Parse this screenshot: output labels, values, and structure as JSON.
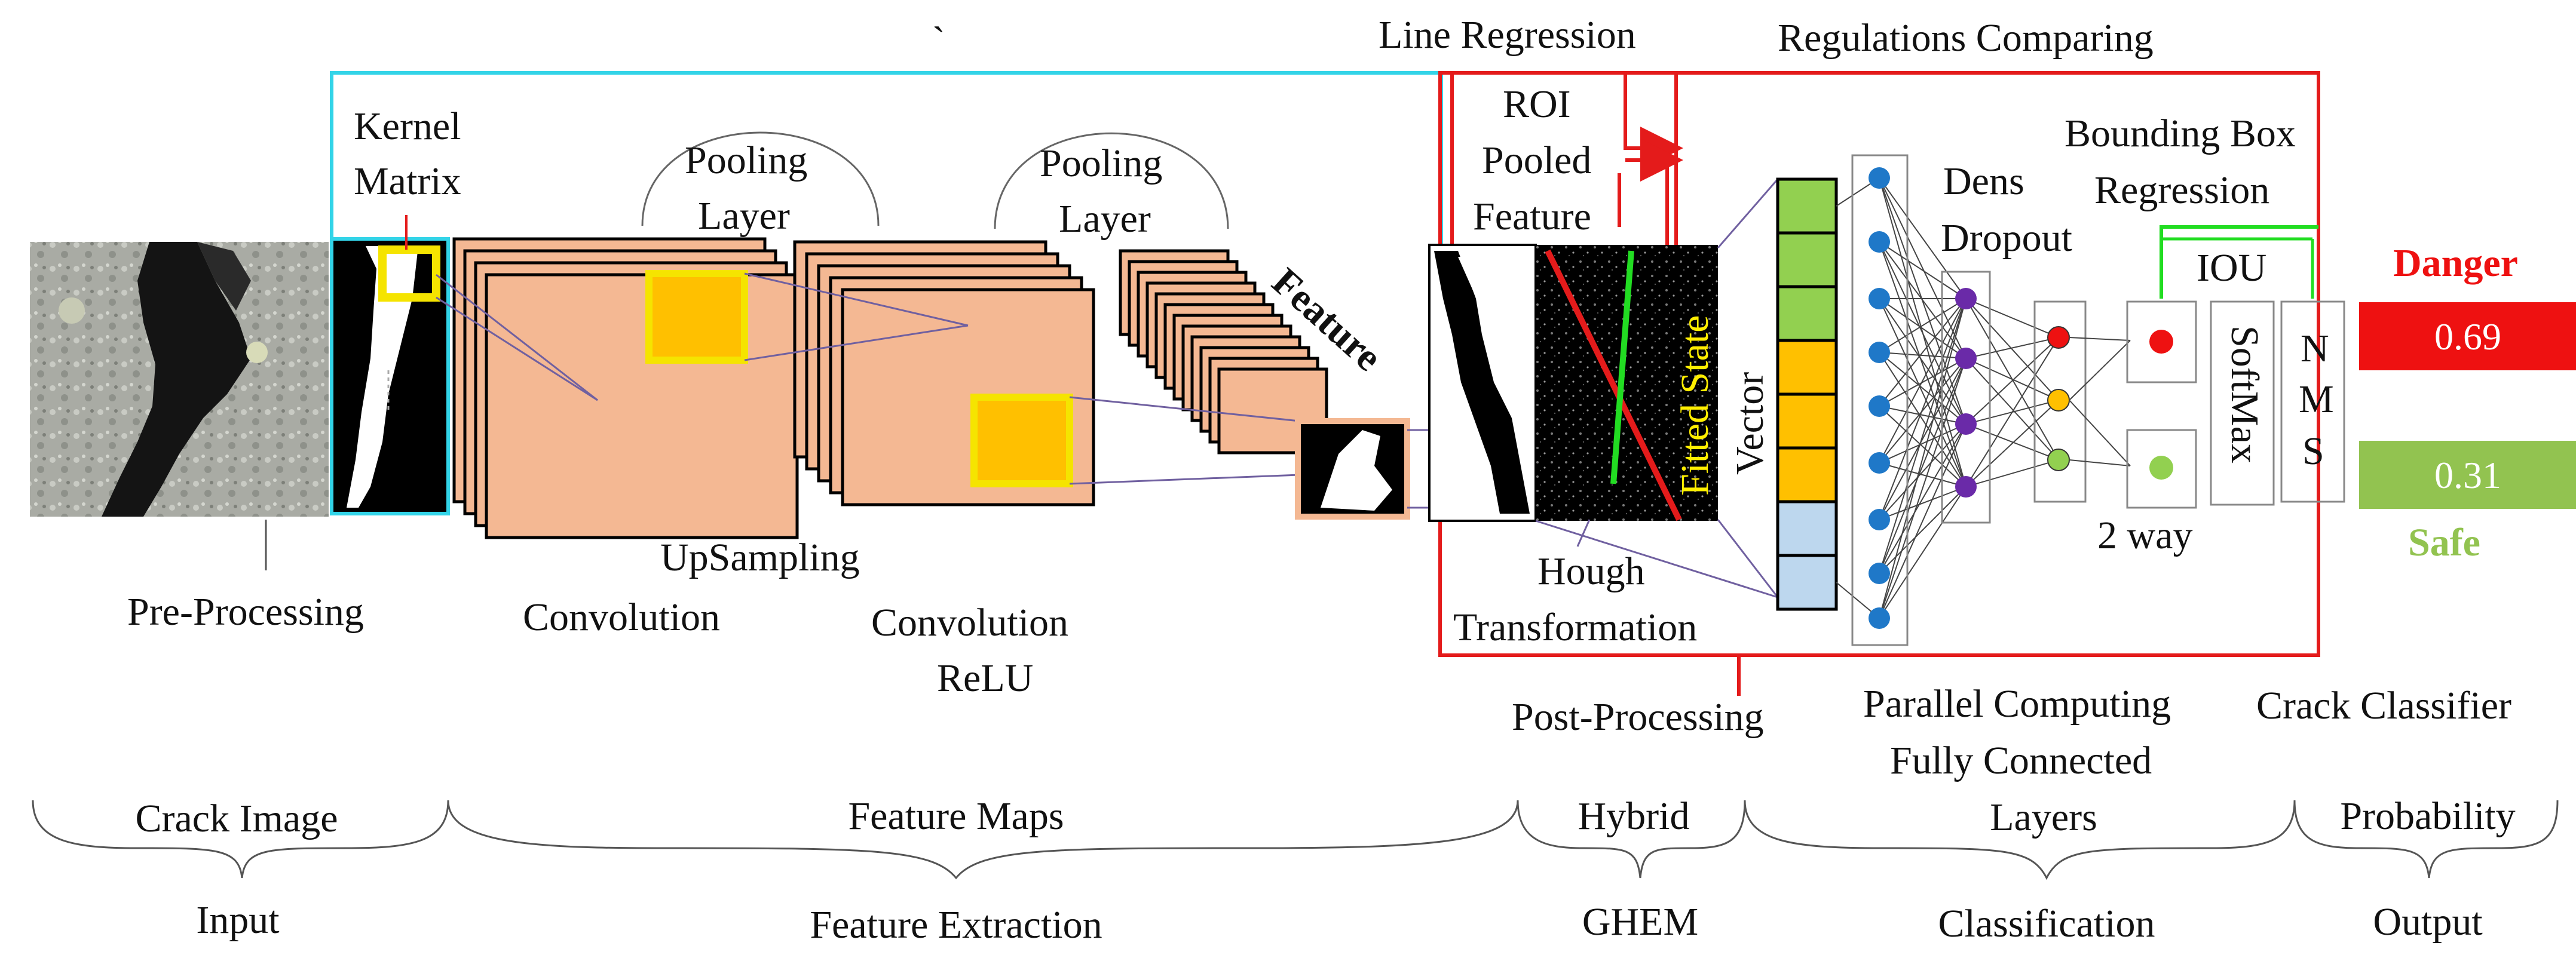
{
  "labels": {
    "backtick": "`",
    "kernel_line1": "Kernel",
    "kernel_line2": "Matrix",
    "pooling1_line1": "Pooling",
    "pooling1_line2": "Layer",
    "pooling2_line1": "Pooling",
    "pooling2_line2": "Layer",
    "feature": "Feature",
    "pre_processing": "Pre-Processing",
    "upsampling": "UpSampling",
    "convolution": "Convolution",
    "convolution_relu_line1": "Convolution",
    "convolution_relu_line2": "ReLU",
    "line_regression": "Line Regression",
    "regulations_comparing": "Regulations Comparing",
    "roi_line1": "ROI",
    "roi_line2": "Pooled",
    "roi_line3": "Feature",
    "fitted_state": "Fitted State",
    "vector": "Vector",
    "hough_line1": "Hough",
    "hough_line2": "Transformation",
    "post_processing": "Post-Processing",
    "dens_line1": "Dens",
    "dens_line2": "Dropout",
    "bbox_line1": "Bounding Box",
    "bbox_line2": "Regression",
    "iou": "IOU",
    "softmax": "SoftMax",
    "nms_n": "N",
    "nms_m": "M",
    "nms_s": "S",
    "two_way": "2 way",
    "parallel_line1": "Parallel Computing",
    "parallel_line2": "Fully Connected",
    "parallel_line3": "Layers",
    "crack_classifier": "Crack Classifier"
  },
  "outputs": {
    "danger_label": "Danger",
    "danger_value": "0.69",
    "safe_label": "Safe",
    "safe_value": "0.31"
  },
  "stages": [
    {
      "top": "Crack Image",
      "bottom": "Input"
    },
    {
      "top": "Feature Maps",
      "bottom": "Feature Extraction"
    },
    {
      "top": "Hybrid",
      "bottom": "GHEM"
    },
    {
      "top": "",
      "bottom": "Classification"
    },
    {
      "top": "Probability",
      "bottom": "Output"
    }
  ],
  "colors": {
    "cyan_frame": "#33d4e8",
    "red_frame": "#e41b1b",
    "green_line": "#22dd22",
    "feature_map": "#f4b893",
    "highlight": "#ffc000",
    "highlight_border": "#f5e400",
    "vector_green": "#92d050",
    "vector_orange": "#ffc000",
    "vector_blue": "#bdd7ee",
    "neuron_blue": "#1f78c8",
    "neuron_purple": "#6a2aa8",
    "danger_red": "#ee1111",
    "safe_green": "#92c350",
    "fitted_text": "#ffee00"
  }
}
